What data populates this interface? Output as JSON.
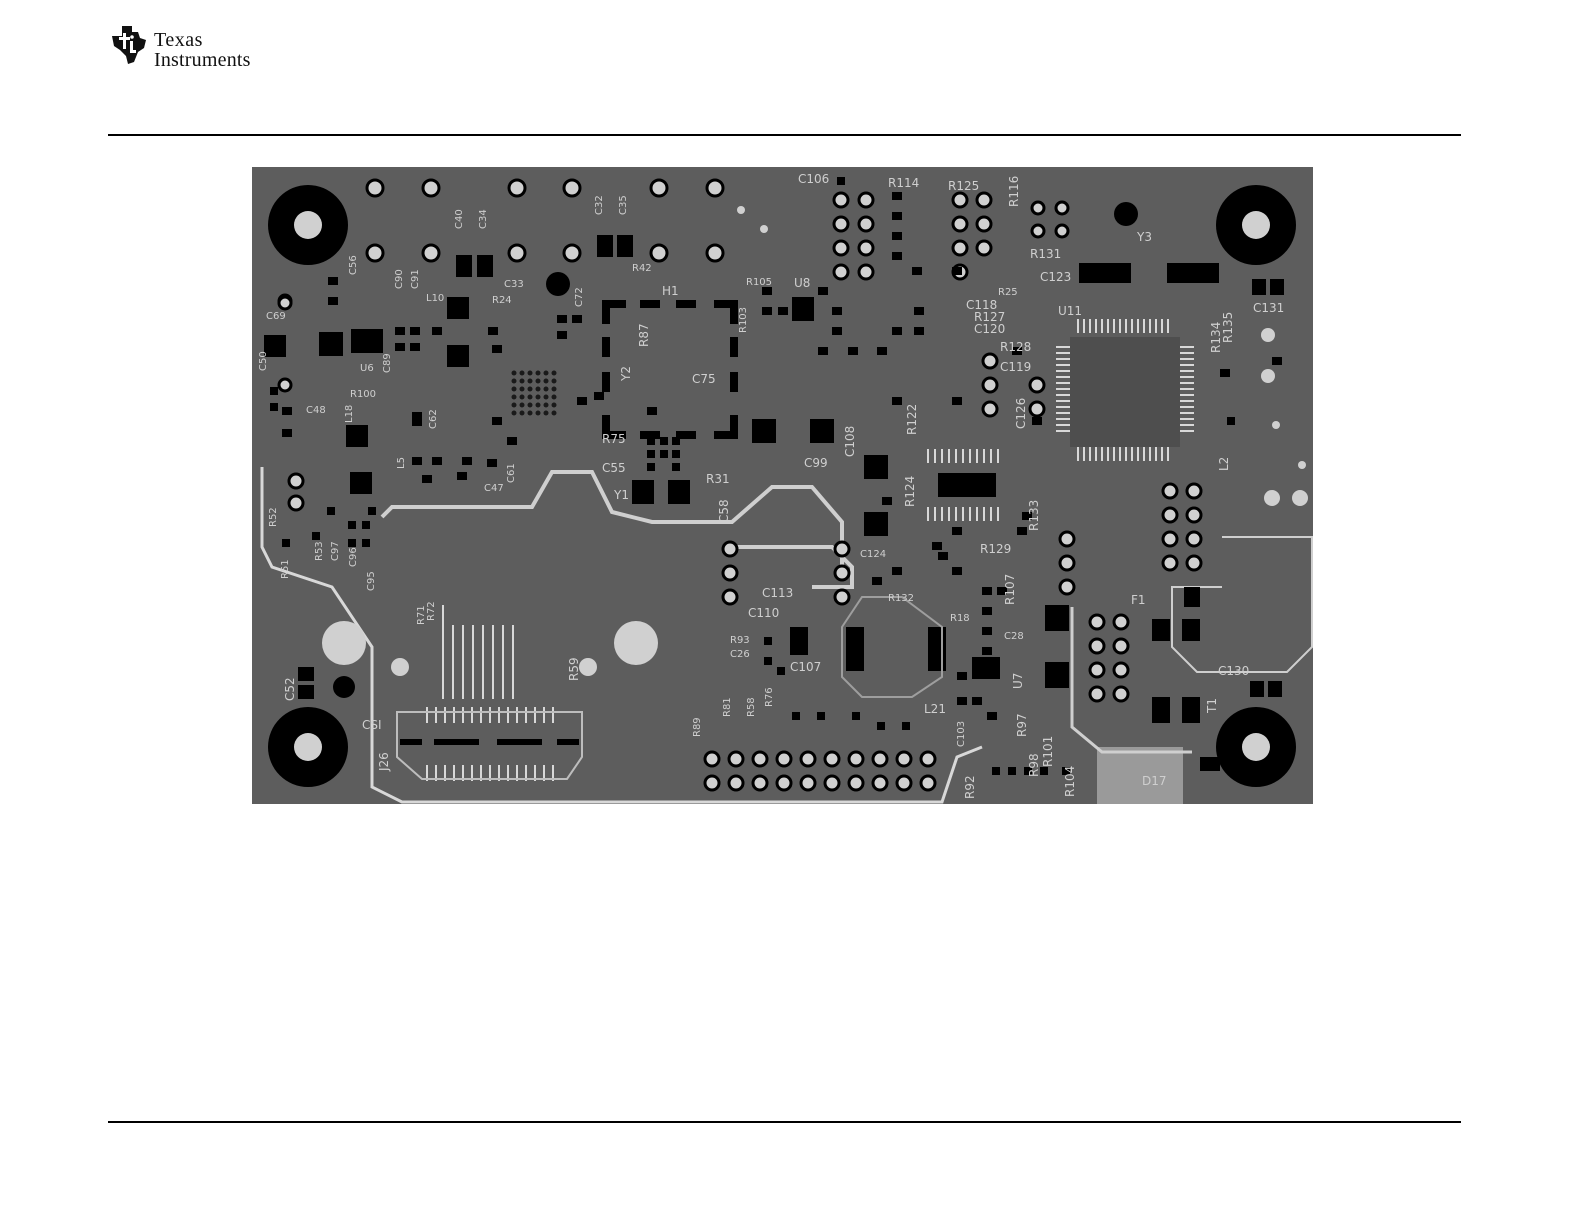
{
  "header": {
    "brand_line1": "Texas",
    "brand_line2": "Instruments",
    "logo_icon": "ti-logo-icon"
  },
  "figure": {
    "board_labels": {
      "C106": "C106",
      "R114": "R114",
      "R125": "R125",
      "R116": "R116",
      "R131": "R131",
      "C123": "C123",
      "Y3": "Y3",
      "U11": "U11",
      "R25": "R25",
      "C118": "C118",
      "R127": "R127",
      "C120": "C120",
      "R128": "R128",
      "C119": "C119",
      "C126": "C126",
      "C131": "C131",
      "R134": "R134",
      "R135": "R135",
      "C40": "C40",
      "C34": "C34",
      "C32": "C32",
      "C35": "C35",
      "R42": "R42",
      "C33": "C33",
      "C72": "C72",
      "R24": "R24",
      "H1": "H1",
      "R105": "R105",
      "U8": "U8",
      "R103": "R103",
      "C75": "C75",
      "R87": "R87",
      "Y2": "Y2",
      "C108": "C108",
      "R122": "R122",
      "C99": "C99",
      "C56": "C56",
      "C69": "C69",
      "C91": "C91",
      "C90": "C90",
      "L10": "L10",
      "U6": "U6",
      "C89": "C89",
      "R100": "R100",
      "C50": "C50",
      "C48": "C48",
      "L18": "L18",
      "C62": "C62",
      "L5": "L5",
      "C47": "C47",
      "C61": "C61",
      "R75": "R75",
      "C55": "C55",
      "Y1": "Y1",
      "R31": "R31",
      "C58": "C58",
      "C124": "C124",
      "R124": "R124",
      "R133": "R133",
      "R129": "R129",
      "R132": "R132",
      "C113": "C113",
      "C110": "C110",
      "R93": "R93",
      "C26": "C26",
      "C107": "C107",
      "R107": "R107",
      "C28": "C28",
      "R18": "R18",
      "L21": "L21",
      "U7": "U7",
      "R97": "R97",
      "R101": "R101",
      "R98": "R98",
      "R104": "R104",
      "R92": "R92",
      "C103": "C103",
      "F1": "F1",
      "C130": "C130",
      "T1": "T1",
      "L2": "L2",
      "D17": "D17",
      "C52": "C52",
      "R52": "R52",
      "R53": "R53",
      "R51": "R51",
      "C96": "C96",
      "C95": "C95",
      "C97": "C97",
      "R71": "R71",
      "R72": "R72",
      "R59": "R59",
      "R89": "R89",
      "R81": "R81",
      "R58": "R58",
      "R76": "R76",
      "CSI": "CSI",
      "J26": "J26"
    }
  }
}
